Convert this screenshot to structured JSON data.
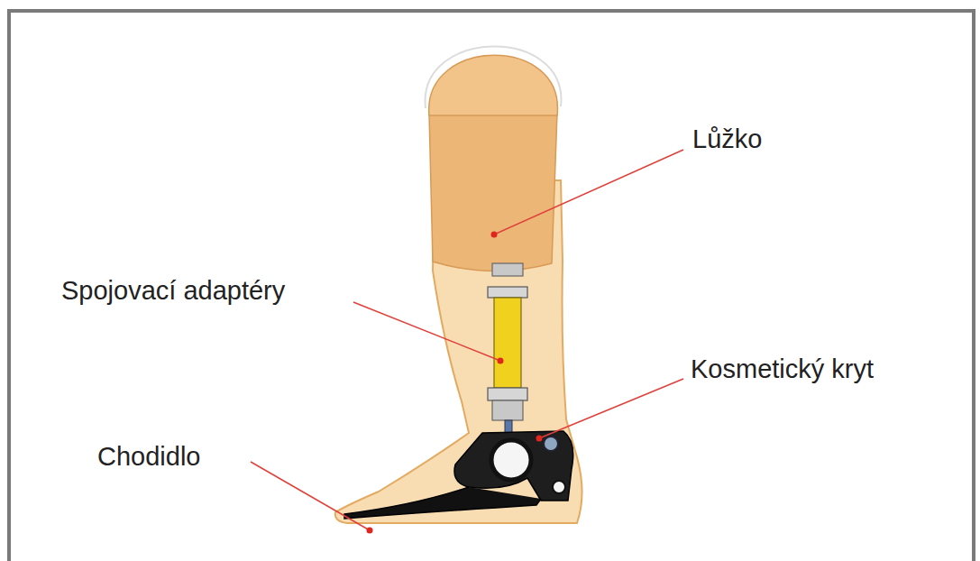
{
  "diagram": {
    "labels": [
      "Lůžko",
      "Spojovací adaptéry",
      "Kosmetický kryt",
      "Chodidlo"
    ]
  }
}
